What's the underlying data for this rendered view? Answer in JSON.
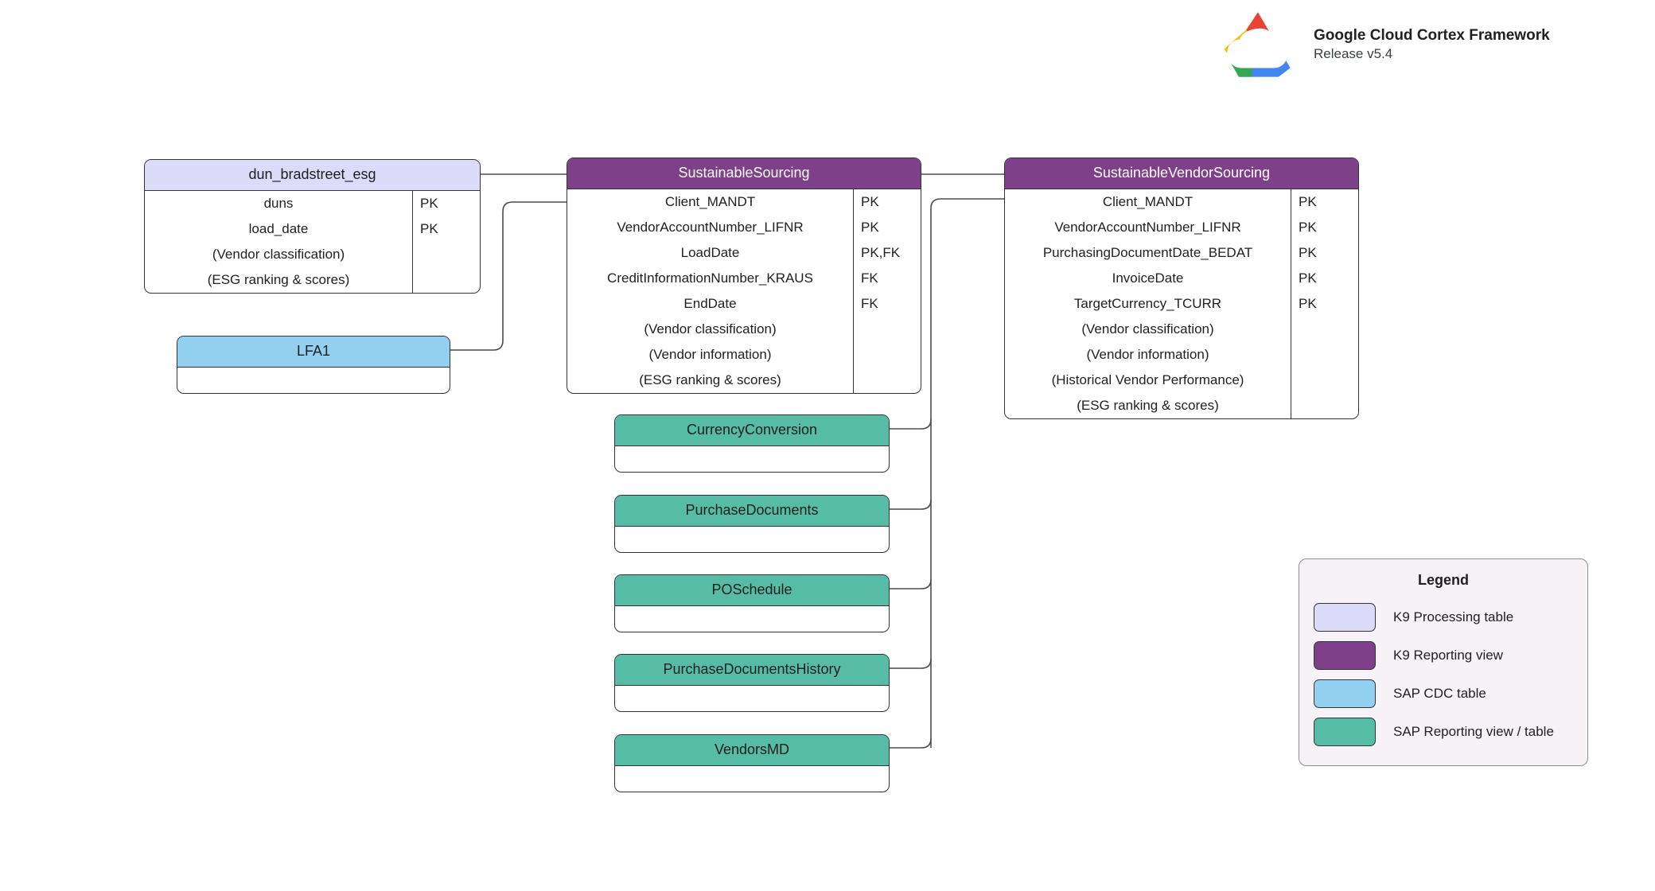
{
  "brand": {
    "logo_icon": "google-cloud-logo",
    "title": "Google Cloud Cortex Framework",
    "release": "Release v5.4"
  },
  "palette": {
    "k9_processing_table": "#dcdcfa",
    "k9_reporting_view": "#7d4089",
    "sap_cdc_table": "#93d0f0",
    "sap_reporting_view": "#56bca6",
    "border": "#32323c",
    "connector": "#4d4d4d",
    "legend_background": "#f7f2f5"
  },
  "entities": [
    {
      "id": "dun_bradstreet_esg",
      "title": "dun_bradstreet_esg",
      "type": "k9_processing_table",
      "fields": [
        "duns",
        "load_date",
        "(Vendor classification)",
        "(ESG ranking & scores)"
      ],
      "keys": [
        "PK",
        "PK",
        "",
        ""
      ]
    },
    {
      "id": "sustainable_sourcing",
      "title": "SustainableSourcing",
      "type": "k9_reporting_view",
      "fields": [
        "Client_MANDT",
        "VendorAccountNumber_LIFNR",
        "LoadDate",
        "CreditInformationNumber_KRAUS",
        "EndDate",
        "(Vendor classification)",
        "(Vendor information)",
        "(ESG ranking & scores)"
      ],
      "keys": [
        "PK",
        "PK",
        "PK,FK",
        "FK",
        "FK",
        "",
        "",
        ""
      ]
    },
    {
      "id": "sustainable_vendor_sourcing",
      "title": "SustainableVendorSourcing",
      "type": "k9_reporting_view",
      "fields": [
        "Client_MANDT",
        "VendorAccountNumber_LIFNR",
        "PurchasingDocumentDate_BEDAT",
        "InvoiceDate",
        "TargetCurrency_TCURR",
        "(Vendor classification)",
        "(Vendor information)",
        "(Historical Vendor Performance)",
        "(ESG ranking & scores)"
      ],
      "keys": [
        "PK",
        "PK",
        "PK",
        "PK",
        "PK",
        "",
        "",
        "",
        ""
      ]
    },
    {
      "id": "lfa1",
      "title": "LFA1",
      "type": "sap_cdc_table",
      "fields": [],
      "keys": []
    },
    {
      "id": "currency_conversion",
      "title": "CurrencyConversion",
      "type": "sap_reporting_view",
      "fields": [],
      "keys": []
    },
    {
      "id": "purchase_documents",
      "title": "PurchaseDocuments",
      "type": "sap_reporting_view",
      "fields": [],
      "keys": []
    },
    {
      "id": "po_schedule",
      "title": "POSchedule",
      "type": "sap_reporting_view",
      "fields": [],
      "keys": []
    },
    {
      "id": "purchase_documents_history",
      "title": "PurchaseDocumentsHistory",
      "type": "sap_reporting_view",
      "fields": [],
      "keys": []
    },
    {
      "id": "vendors_md",
      "title": "VendorsMD",
      "type": "sap_reporting_view",
      "fields": [],
      "keys": []
    }
  ],
  "legend": {
    "title": "Legend",
    "items": [
      {
        "label": "K9 Processing table",
        "color": "#dcdcfa"
      },
      {
        "label": "K9 Reporting view",
        "color": "#7d4089"
      },
      {
        "label": "SAP CDC table",
        "color": "#93d0f0"
      },
      {
        "label": "SAP Reporting view / table",
        "color": "#56bca6"
      }
    ]
  }
}
